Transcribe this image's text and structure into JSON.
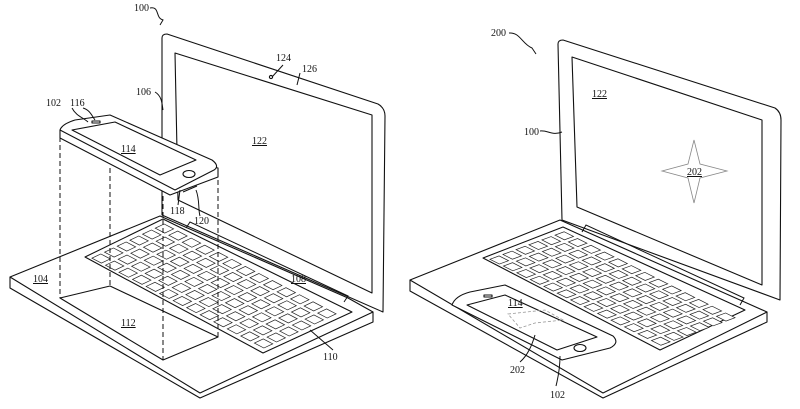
{
  "figure_left": {
    "ref": "100",
    "labels": {
      "l102": "102",
      "l116": "116",
      "l106": "106",
      "l124": "124",
      "l126": "126",
      "l114": "114",
      "l122": "122",
      "l118": "118",
      "l120": "120",
      "l104": "104",
      "l108": "108",
      "l112": "112",
      "l110": "110"
    }
  },
  "figure_right": {
    "ref": "200",
    "labels": {
      "l122": "122",
      "l100": "100",
      "l202_screen": "202",
      "l114": "114",
      "l202": "202",
      "l102": "102"
    }
  }
}
